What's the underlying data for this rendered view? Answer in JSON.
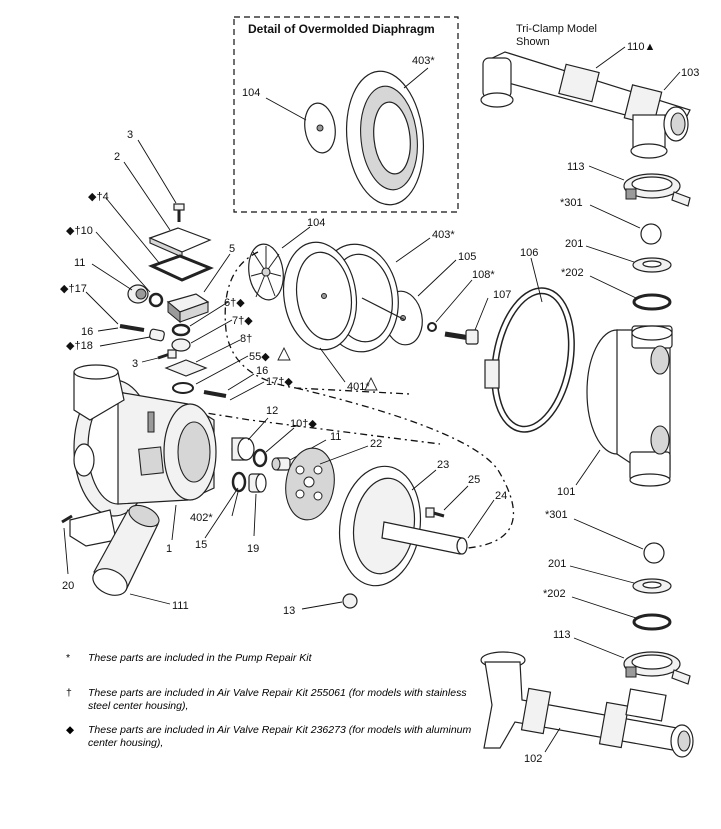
{
  "detail_title": "Detail of Overmolded Diaphragm",
  "model_note_line1": "Tri-Clamp Model",
  "model_note_line2": "Shown",
  "labels": {
    "l110": "110▲",
    "l103": "103",
    "l113a": "113",
    "l301a": "*301",
    "l201a": "201",
    "l202a": "*202",
    "l106": "106",
    "l105": "105",
    "l108": "108*",
    "l107": "107",
    "l101": "101",
    "l301b": "*301",
    "l201b": "201",
    "l202b": "*202",
    "l113b": "113",
    "l102": "102",
    "l104d": "104",
    "l403d": "403*",
    "l104": "104",
    "l403": "403*",
    "l401": "401*",
    "l3a": "3",
    "l2": "2",
    "l4": "◆†4",
    "l10": "◆†10",
    "l11a": "11",
    "l17": "◆†17",
    "l16a": "16",
    "l18": "◆†18",
    "l3b": "3",
    "l5": "5",
    "l6": "6†◆",
    "l7": "7†◆",
    "l8": "8†",
    "l55": "55◆",
    "l16b": "16",
    "l17b": "17†◆",
    "l12": "12",
    "l10b": "10†◆",
    "l11b": "11",
    "l22": "22",
    "l23": "23",
    "l25": "25",
    "l24": "24",
    "l402": "402*",
    "l15": "15",
    "l19": "19",
    "l1": "1",
    "l20": "20",
    "l111": "111",
    "l13": "13"
  },
  "notes": [
    {
      "symbol": "*",
      "text": "These parts are included in the Pump Repair Kit"
    },
    {
      "symbol": "†",
      "text": "These parts are included in Air Valve Repair Kit 255061 (for models with stainless steel center housing),"
    },
    {
      "symbol": "◆",
      "text": "These parts are included in Air Valve Repair Kit 236273 (for models with aluminum center housing),"
    }
  ]
}
